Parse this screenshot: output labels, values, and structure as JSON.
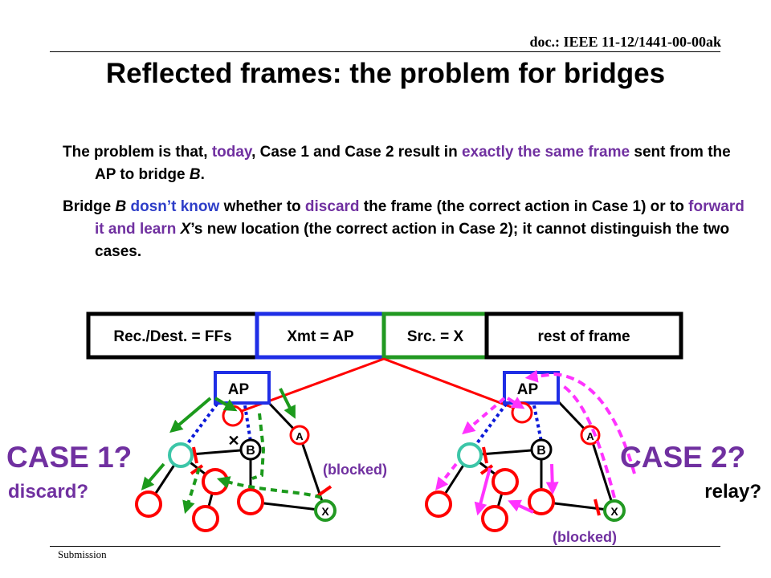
{
  "header": {
    "doc_id": "doc.: IEEE 11-12/1441-00-00ak"
  },
  "title": "Reflected frames: the problem for bridges",
  "paragraph1": {
    "p1": "The problem is that, ",
    "today": "today",
    "p2": ", Case 1 and Case 2 result in ",
    "exact": "exactly the same frame",
    "p3": " sent from the AP to bridge ",
    "B": "B",
    "p4": "."
  },
  "paragraph2": {
    "p1": "Bridge ",
    "B": "B",
    "sp": " ",
    "dk": "dosn’t know",
    "p2": " whether to ",
    "discard": "discard",
    "p3": " the frame (the correct action in Case 1) or to ",
    "forward": "forward it and learn ",
    "X": "X",
    "xs": "’s new location",
    "p4": " (the correct action in Case 2); it cannot distinguish the two cases."
  },
  "frame": {
    "rec": "Rec./Dest. = FFs",
    "xmt": "Xmt = AP",
    "src": "Src. = X",
    "rest": "rest of frame"
  },
  "labels": {
    "ap": "AP",
    "b": "B",
    "a": "A",
    "x": "X",
    "blocked": "(blocked)",
    "case1": "CASE 1?",
    "discard": "discard?",
    "case2": "CASE 2?",
    "relay": "relay?"
  },
  "colors": {
    "red": "#ff0000",
    "blue": "#0b19d9",
    "green": "#1c9a1c",
    "purple": "#7030a0",
    "magenta": "#ff33ff",
    "teal": "#3cc6a8",
    "dark_green": "#229922"
  },
  "footer": "Submission"
}
